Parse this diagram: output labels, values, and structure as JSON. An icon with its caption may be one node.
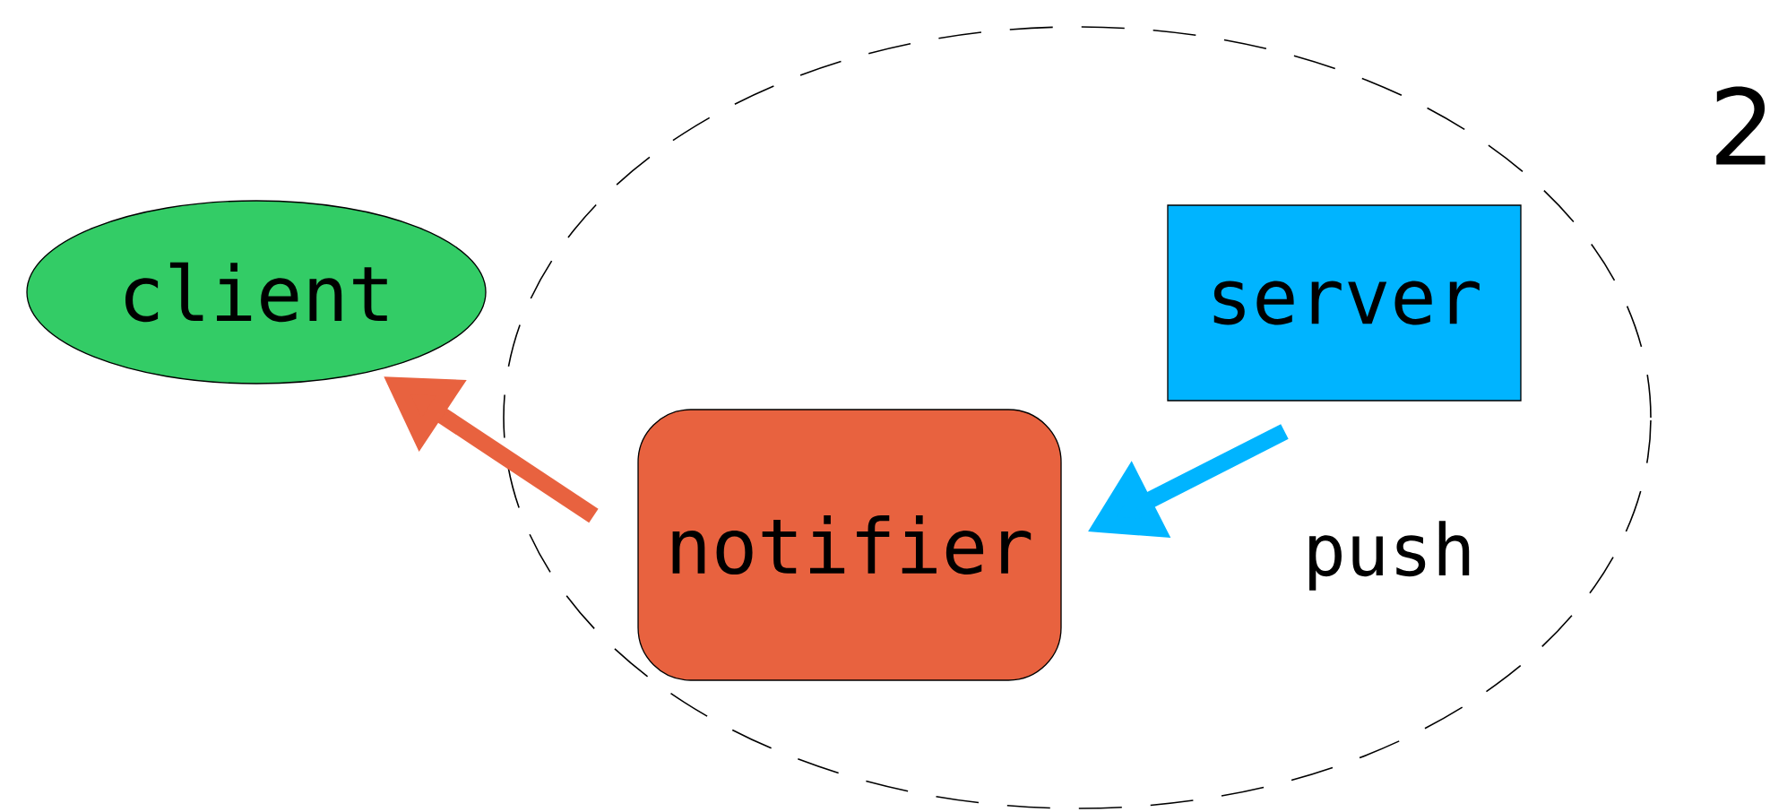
{
  "diagram": {
    "nodes": [
      {
        "text": [],
        "shape": "ellipse"
      },
      {
        "text": [
          "client"
        ]
      },
      {
        "text": [
          "notifier"
        ],
        "in": 0
      },
      {
        "text": [
          "server"
        ],
        "in": 0
      }
    ],
    "edges": [
      {
        "from": 3,
        "to": 2,
        "arrow": "to",
        "label": "push",
        "color": "#00b4ff"
      },
      {
        "from": 2,
        "to": 1,
        "arrow": "to",
        "color": "#e8623f"
      }
    ],
    "labels": [
      "2"
    ]
  }
}
